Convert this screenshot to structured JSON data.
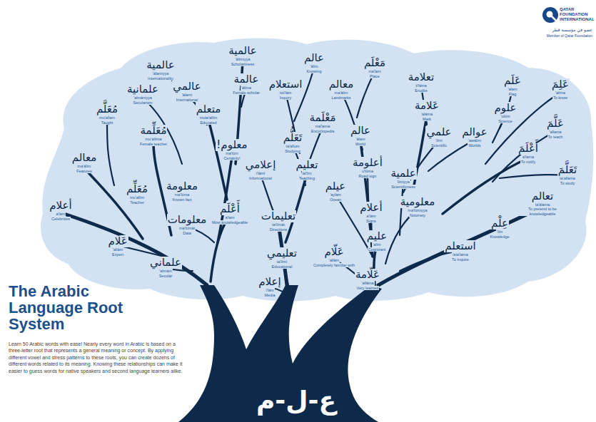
{
  "diagram": {
    "title": "The Arabic Language Root System",
    "caption": "Learn 50 Arabic words with ease! Nearly every word in Arabic is based on a three-letter root that represents a general meaning or concept. By applying different vowel and stress patterns to these roots, you can create dozens of different words related to its meaning. Knowing these relationships can make it easier to guess words for native speakers and second language learners alike.",
    "labels": [
      "QATAR FOUNDATION INTERNATIONAL",
      "عضو في مؤسسة قطر",
      "Member of Qatar Foundation",
      "عالمية",
      "'ālamiyya",
      "Internationality",
      "علمانية",
      "'almāniyya",
      "Secularism",
      "عالمي",
      "'ālamī",
      "International",
      "متعلم",
      "muta'allim",
      "Educated",
      "عالمية",
      "'ālimiyya",
      "Scholarliness",
      "عالمة",
      "'ālima",
      "Female scholar",
      "استعلام",
      "isti'lām",
      "Inquiry",
      "عالم",
      "'ālim",
      "Knowing",
      "معالم",
      "ma'ālim",
      "Landmarks",
      "مَعْلَم",
      "ma'lam",
      "Place",
      "تعلامة",
      "ti'lāma",
      "Erudite",
      "عَلامة",
      "'alāma",
      "Mark",
      "عَلَم",
      "'alam",
      "Flag",
      "عَلِمَ",
      "'alima",
      "To know",
      "علوم",
      "'ulūm",
      "Science",
      "عوالم",
      "'awālim",
      "Worlds",
      "علمي",
      "'ilmī",
      "Scientific",
      "عَلَّمَ",
      "'allama",
      "To teach",
      "أَعْلَمَ",
      "a'lama",
      "To notify",
      "تَعَلَّمَ",
      "ta'allama",
      "To study",
      "علمية",
      "'ilmiyya",
      "Scientificness",
      "معلومية",
      "ma'lūmiyya",
      "Notoriety",
      "أعلام",
      "a'lām",
      "Signs",
      "عليم",
      "'alīm",
      "Cognizant",
      "تعالم",
      "ta'ālama",
      "To pretend to be knowledgeable",
      "عِلْم",
      "'ilm",
      "Knowledge",
      "استعلم",
      "ista'lama",
      "To inquire",
      "عالم",
      "'ālam",
      "World",
      "أعلومة",
      "u'lūma",
      "Road sign",
      "عيلم",
      "'aylam",
      "Ocean",
      "مَعْلَمة",
      "ma'lama",
      "Encyclopedia",
      "تَعَلُّم",
      "ta'allum",
      "Studying",
      "تعليم",
      "ta'līm",
      "Teaching",
      "إعلامي",
      "i'lāmī",
      "Informational",
      "معلوم!",
      "ma'lūm",
      "Certainly!",
      "مُعَلِّمة",
      "mu'allima",
      "Female teacher",
      "مُعَلَّم",
      "mu'allam",
      "Taught",
      "معالم",
      "ma'ālim",
      "Features",
      "مُعَلِّم",
      "mu'allim",
      "Teacher",
      "معلومة",
      "ma'lūma",
      "Known fact",
      "معلومات",
      "ma'lūmāt",
      "Data",
      "أَعْلَم",
      "a'lam",
      "Most knowledgeable",
      "أعلام",
      "a'lām",
      "Celebrities",
      "عَلّام",
      "'allām",
      "Expert",
      "علماني",
      "'almānī",
      "Secular",
      "تعليمات",
      "ta'līmāt",
      "Directions",
      "تعليمي",
      "ta'līmī",
      "Educational",
      "إعلام",
      "i'lām",
      "Media",
      "عَلّام",
      "'allām",
      "Completely familiar with",
      "عَلّامة",
      "'allāma",
      "Very learned",
      "ع-ل-م"
    ]
  }
}
